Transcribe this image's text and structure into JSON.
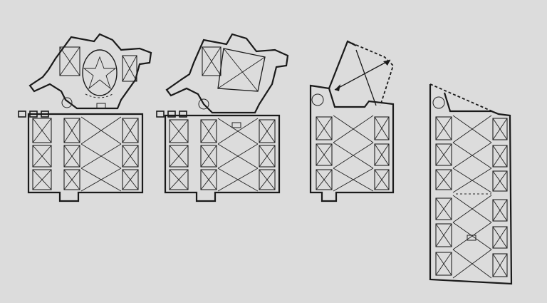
{
  "sheet": {
    "background": "#dcdcdc",
    "ink": "#1a1a1a",
    "plans": [
      {
        "label": "",
        "variant": "stellar-vault"
      },
      {
        "label": "",
        "variant": "diagonal-vault"
      },
      {
        "label": "",
        "variant": "open-apse"
      },
      {
        "label": "",
        "variant": "extended-nave"
      }
    ]
  }
}
